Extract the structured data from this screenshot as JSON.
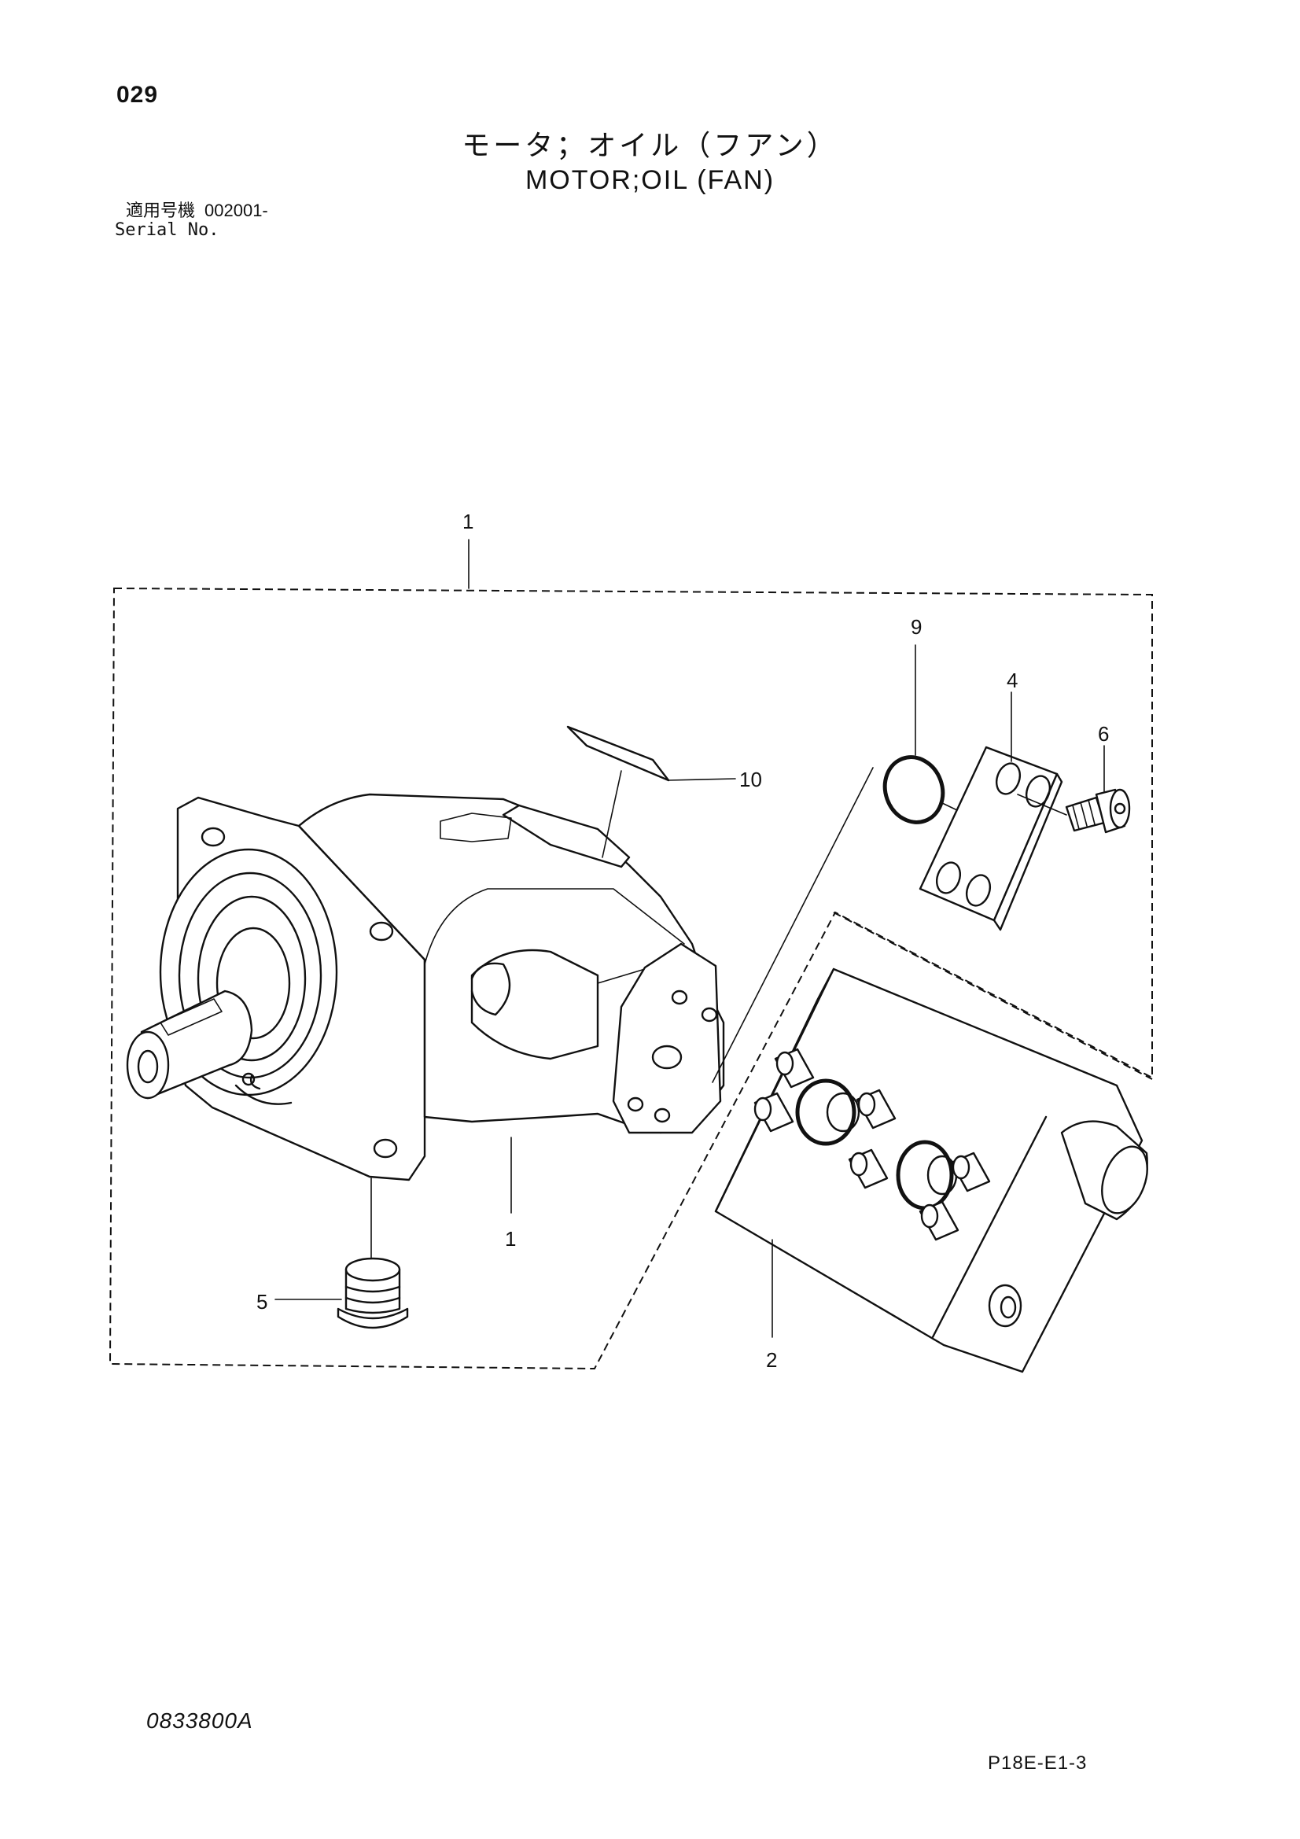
{
  "header": {
    "page_number": "029",
    "title_jp": "モータ；オイル（フアン）",
    "title_en": "MOTOR;OIL (FAN)",
    "serial_label_jp": "適用号機",
    "serial_value": "002001-",
    "serial_label_en": "Serial No."
  },
  "callouts": {
    "assembly": "1",
    "motor": "1",
    "valve_block": "2",
    "plate": "4",
    "plug": "5",
    "screw": "6",
    "o_ring": "9",
    "name_plate": "10"
  },
  "footer": {
    "doc_code": "0833800A",
    "sheet_code": "P18E-E1-3"
  }
}
